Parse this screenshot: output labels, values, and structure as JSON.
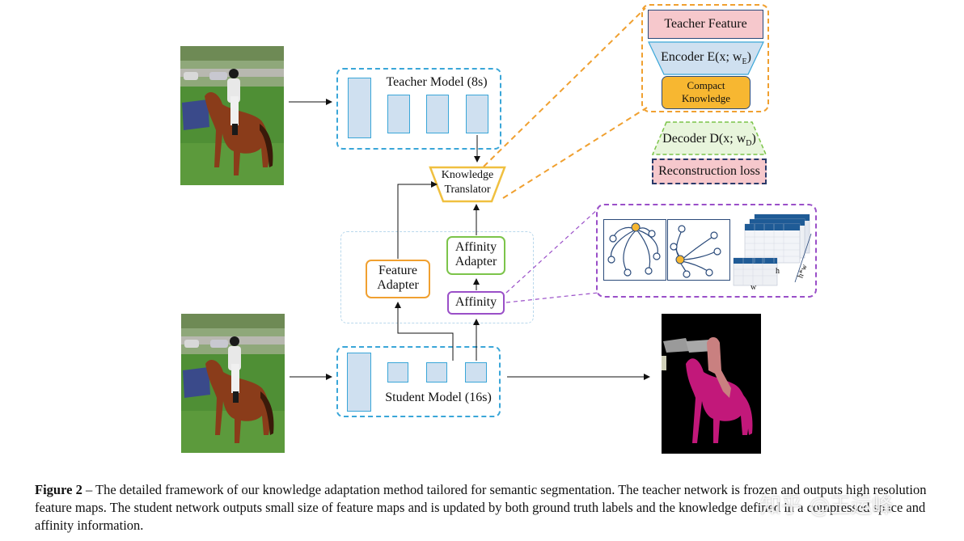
{
  "teacher_model": {
    "label": "Teacher Model (8s)"
  },
  "student_model": {
    "label": "Student Model (16s)"
  },
  "knowledge_translator": {
    "label_line1": "Knowledge",
    "label_line2": "Translator"
  },
  "feature_adapter": {
    "label_line1": "Feature",
    "label_line2": "Adapter"
  },
  "affinity_adapter": {
    "label_line1": "Affinity",
    "label_line2": "Adapter"
  },
  "affinity": {
    "label": "Affinity"
  },
  "autoencoder": {
    "teacher_feature": "Teacher Feature",
    "encoder_prefix": "Encoder E(x; w",
    "encoder_sub": "E",
    "encoder_suffix": ")",
    "compact_line1": "Compact",
    "compact_line2": "Knowledge",
    "decoder_prefix": "Decoder D(x; w",
    "decoder_sub": "D",
    "decoder_suffix": ")",
    "reconstruction_loss": "Reconstruction loss"
  },
  "affinity_detail": {
    "label_h": "h",
    "label_w": "w",
    "label_hw": "h*w"
  },
  "caption": {
    "figure_label": "Figure 2",
    "text": " – The detailed framework of our knowledge adaptation method tailored for semantic segmentation. The teacher network is frozen and outputs high resolution feature maps. The student network outputs small size of feature maps and is updated by both ground truth labels and the knowledge defined in a compressed space and affinity information."
  },
  "watermark": {
    "text": "知乎 @王运峰"
  },
  "colors": {
    "blue_dashed": "#3aa6d8",
    "orange": "#f0a030",
    "green": "#7cc44a",
    "purple": "#9a4fc8",
    "pink": "#f6c8cc",
    "yellow_fill": "#f7b731",
    "teacher_feature_fill": "#f6c8cc",
    "encoder_fill": "#cfe0f0",
    "horse_mask": "#c2187a",
    "rider_mask": "#c98080"
  }
}
